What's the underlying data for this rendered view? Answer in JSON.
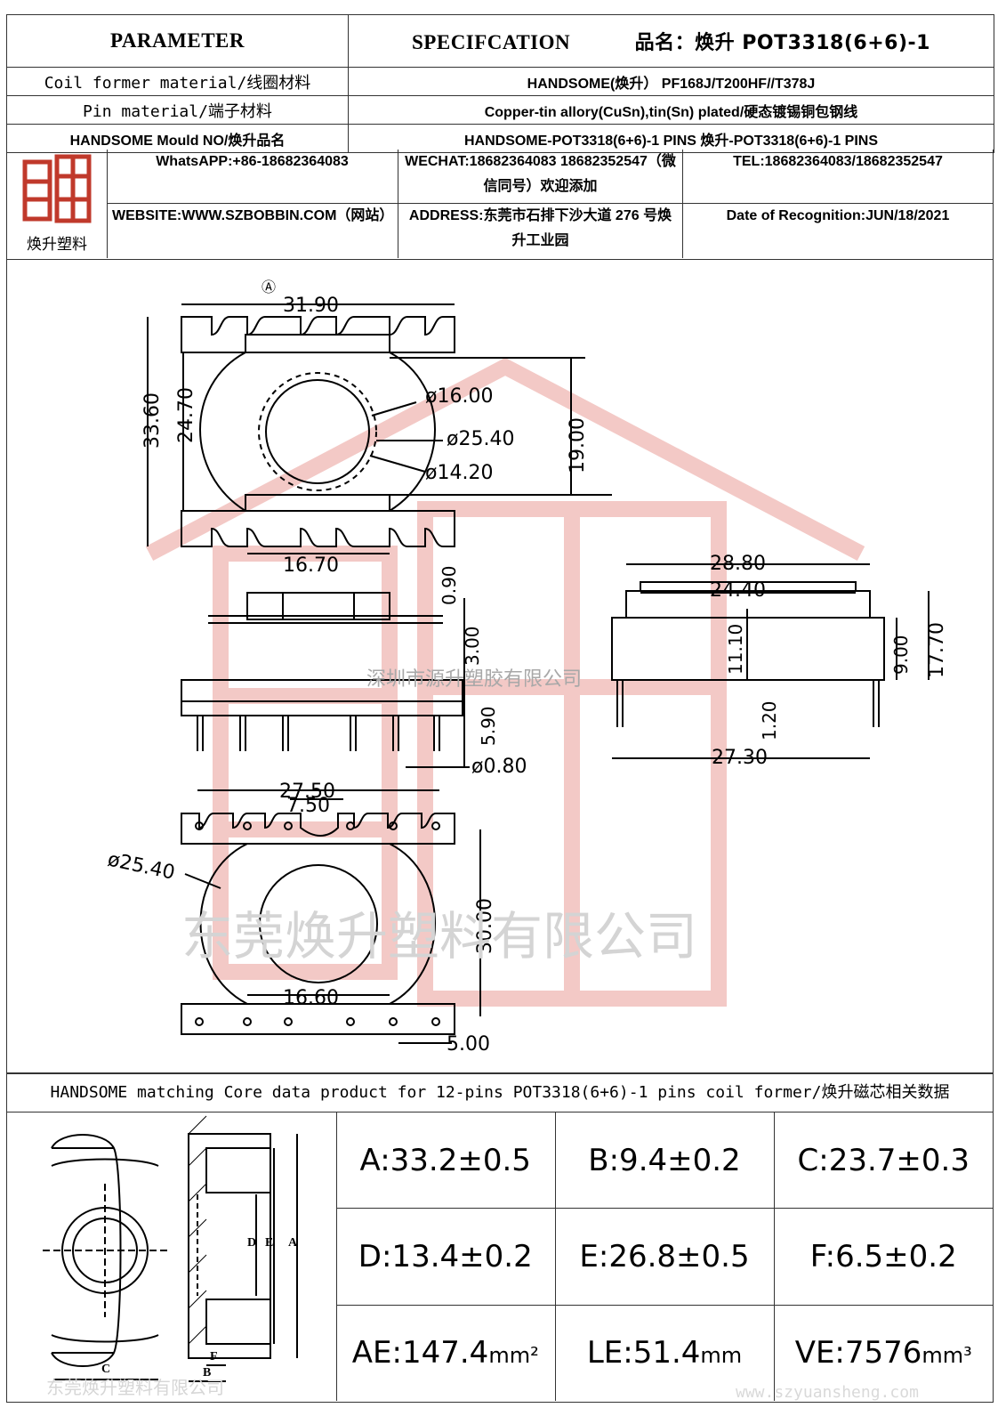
{
  "header": {
    "parameter": "PARAMETER",
    "specification": "SPECIFCATION",
    "product_name_label": "品名：",
    "product_name": "焕升 POT3318(6+6)-1"
  },
  "rows": [
    {
      "label": "Coil former material/线圈材料",
      "value": "HANDSOME(焕升）  PF168J/T200HF//T378J"
    },
    {
      "label": "Pin material/端子材料",
      "value": "Copper-tin allory(CuSn),tin(Sn) plated/硬态镀锡铜包钢线"
    },
    {
      "label": "HANDSOME Mould NO/焕升品名",
      "value": "HANDSOME-POT3318(6+6)-1 PINS   焕升-POT3318(6+6)-1 PINS"
    }
  ],
  "company": {
    "logo_text": "焕升塑料",
    "whatsapp": "WhatsAPP:+86-18682364083",
    "wechat": "WECHAT:18682364083 18682352547（微信同号）欢迎添加",
    "tel": "TEL:18682364083/18682352547",
    "website": "WEBSITE:WWW.SZBOBBIN.COM（网站）",
    "address": "ADDRESS:东莞市石排下沙大道 276 号焕升工业园",
    "date": "Date of Recognition:JUN/18/2021"
  },
  "dimensions": {
    "A": "31.90",
    "B": "33.60",
    "C": "24.70",
    "D": "16.70",
    "E": "ø16.00",
    "F": "ø25.40",
    "G": "ø14.20",
    "Y": "19.00",
    "H": "0.90",
    "I": "3.00",
    "J": "5.90",
    "K": "ø0.80",
    "L": "28.80",
    "M": "24.40",
    "N": "11.10",
    "O": "27.30",
    "P": "1.20",
    "Q": "9.00",
    "R": "17.70",
    "S": "27.50",
    "T": "7.50",
    "U": "ø25.40",
    "V": "16.60",
    "W": "30.00",
    "X": "5.00"
  },
  "watermarks": {
    "company_cn": "东莞焕升塑料有限公司",
    "source_cn": "深圳市源升塑胶有限公司",
    "url": "www.szyuansheng.com"
  },
  "core": {
    "title": "HANDSOME matching Core data  product for 12-pins POT3318(6+6)-1 pins coil former/焕升磁芯相关数据",
    "values": [
      [
        "A:33.2±0.5",
        "B:9.4±0.2",
        "C:23.7±0.3"
      ],
      [
        "D:13.4±0.2",
        "E:26.8±0.5",
        "F:6.5±0.2"
      ]
    ],
    "ae": "AE:147.4",
    "ae_unit": "mm²",
    "le": "LE:51.4",
    "le_unit": "mm",
    "ve": "VE:7576",
    "ve_unit": "mm³",
    "fig_labels": {
      "A": "A",
      "B": "B",
      "C": "C",
      "D": "D",
      "E": "E",
      "F": "F"
    }
  }
}
